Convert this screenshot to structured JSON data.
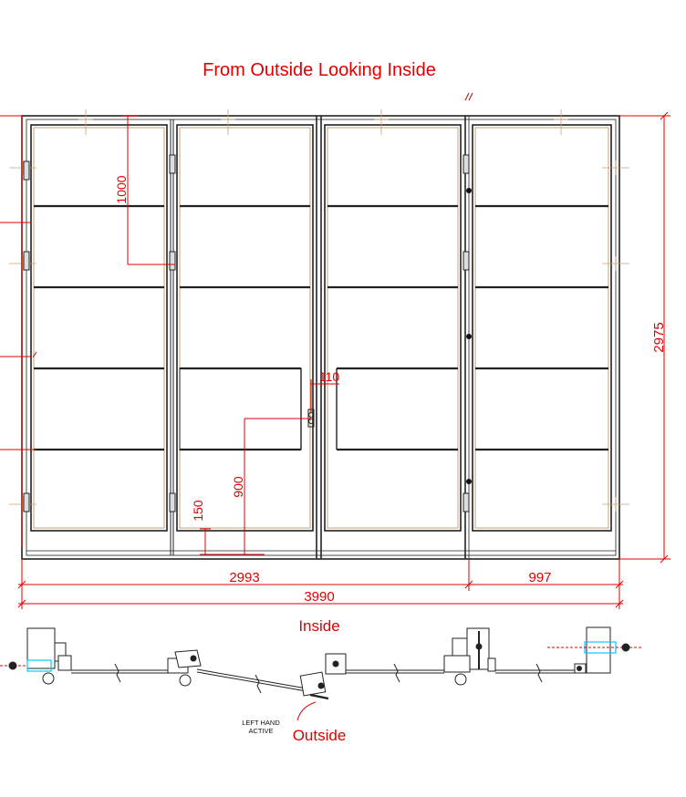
{
  "title": "From Outside Looking Inside",
  "dimensions": {
    "opening_width": "2993",
    "sidelite_width": "997",
    "overall_width": "3990",
    "overall_height": "2975",
    "rail_spacing": "1000",
    "handle_height": "900",
    "bottom_rail": "150",
    "handle_offset": "110"
  },
  "plan": {
    "inside_label": "Inside",
    "outside_label": "Outside",
    "note_line1": "LEFT HAND",
    "note_line2": "ACTIVE"
  },
  "colors": {
    "dimension": "#e00000",
    "frame": "#222222",
    "glass_edge": "#c8a070",
    "hinge_fill": "#dddddd",
    "glazing_detail": "#00c8ff"
  }
}
